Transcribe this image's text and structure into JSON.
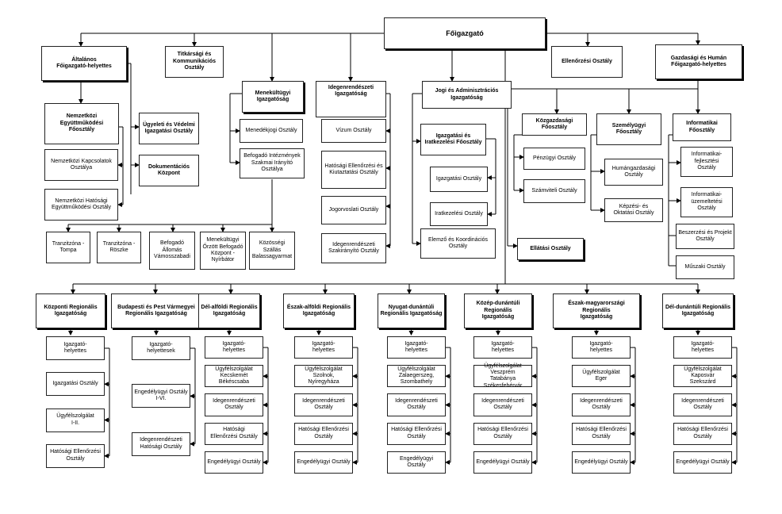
{
  "nodes": {
    "root": "Főigazgató",
    "altalanos": "Általános\nFőigazgató-helyettes",
    "titkarsagi": "Titkársági és\nKommunikációs\nOsztály",
    "menekultugyi": "Menekültügyi\nIgazgatóság",
    "idegenrendeszeti": "Idegenrendészeti\nIgazgatóság",
    "jogi": "Jogi és Adminisztrációs\nIgazgatóság",
    "ellenorzesi": "Ellenőrzési Osztály",
    "gazdasagi": "Gazdasági és Humán\nFőigazgató-helyettes",
    "nemzetkozi": "Nemzetközi\nEgyüttműködési\nFőosztály",
    "ugyeleti": "Ügyeleti és Védelmi\nIgazgatási Osztály",
    "nemz_kapcs": "Nemzetközi Kapcsolatok\nOsztálya",
    "dokumentacios": "Dokumentációs\nKözpont",
    "nemz_hat": "Nemzetközi Hatósági\nEgyüttműködési Osztály",
    "menedekjogi": "Menedékjogi Osztály",
    "befogado_int": "Befogadó Intézmények\nSzakmai Irányító Osztálya",
    "vizum": "Vízum Osztály",
    "hat_ell_kut": "Hatósági Ellenőrzési és\nKiutaztatási Osztály",
    "jogorvoslati": "Jogorvoslati  Osztály",
    "idegen_szak": "Idegenrendészeti\nSzakirányító Osztály",
    "igazgatasi_iratk": "Igazgatási és\nIratkezelési Főosztály",
    "igazgatasi_o": "Igazgatási Osztály",
    "iratkezelesi": "Iratkezelési Osztály",
    "elemzo": "Elemző és Koordinációs\nOsztály",
    "kozgazdasagi": "Közgazdasági Főosztály",
    "penzugyi": "Pénzügyi Osztály",
    "szamviteli": "Számviteli Osztály",
    "ellatasi": "Ellátási Osztály",
    "szemelyugyi": "Személyügyi\nFőosztály",
    "humangazd": "Humángazdasági\nOsztály",
    "kepzesi": "Képzési- és\nOktatási Osztály",
    "informatikai": "Informatikai Főosztály",
    "inf_fejl": "Informatikai-fejlesztési\nOsztály",
    "inf_uz": "Informatikai-\nüzemeltetési Osztály",
    "beszerzesi": "Beszerzési és Projekt\nOsztály",
    "muszaki": "Műszaki Osztály",
    "tranz_tompa": "Tranzitzóna -\nTompa",
    "tranz_roszke": "Tranzitzóna -\nRöszke",
    "bef_vamos": "Befogadó\nÁllomás\nVámosszabadi",
    "men_nyir": "Menekültügyi\nŐrzött Befogadó\nKözpont -\nNyírbátor",
    "kozossegi": "Közösségi\nSzállás\nBalassagyarmat"
  },
  "regions": [
    {
      "title": "Központi Regionális\nIgazgatóság",
      "items": [
        "Igazgató-\nhelyettes",
        "Igazgatási Osztály",
        "Ügyfélszolgálat\nI-II.",
        "Hatósági Ellenőrzési\nOsztály"
      ]
    },
    {
      "title": "Budapesti és Pest Vármegyei\nRegionális Igazgatóság",
      "items": [
        "Igazgató-\nhelyettesek",
        "Engedélyügyi Osztály\nI-VI.",
        "Idegenrendészeti\nHatósági Osztály"
      ]
    },
    {
      "title": "Dél-alföldi Regionális\nIgazgatóság",
      "items": [
        "Igazgató-\nhelyettes",
        "Ügyfélszolgálat\nKecskemét\nBékéscsaba",
        "Idegenrendészeti\nOsztály",
        "Hatósági\nEllenőrzési Osztály",
        "Engedélyügyi Osztály"
      ]
    },
    {
      "title": "Észak-alföldi Regionális\nIgazgatóság",
      "items": [
        "Igazgató-\nhelyettes",
        "Ügyfélszolgálat\nSzolnok,\nNyíregyháza",
        "Idegenrendészeti\nOsztály",
        "Hatósági Ellenőrzési\nOsztály",
        "Engedélyügyi Osztály"
      ]
    },
    {
      "title": "Nyugat-dunántúli\nRegionális Igazgatóság",
      "items": [
        "Igazgató-\nhelyettes",
        "Ügyfélszolgálat\nZalaegerszeg,\nSzombathely",
        "Idegenrendészeti\nOsztály",
        "Hatósági Ellenőrzési\nOsztály",
        "Engedélyügyi\nOsztály"
      ]
    },
    {
      "title": "Közép-dunántúli Regionális\nIgazgatóság",
      "items": [
        "Igazgató-\nhelyettes",
        "Ügyfélszolgálat\nVeszprém\nTatabánya\nSzékesfehérvár",
        "Idegenrendészeti\nOsztály",
        "Hatósági Ellenőrzési\nOsztály",
        "Engedélyügyi Osztály"
      ]
    },
    {
      "title": "Észak-magyarországi Regionális\nIgazgatóság",
      "items": [
        "Igazgató-\nhelyettes",
        "Ügyfélszolgálat\nEger",
        "Idegenrendészeti\nOsztály",
        "Hatósági Ellenőrzési\nOsztály",
        "Engedélyügyi Osztály"
      ]
    },
    {
      "title": "Dél-dunántúli Regionális\nIgazgatóság",
      "items": [
        "Igazgató-\nhelyettes",
        "Ügyfélszolgálat\nKaposvár\nSzekszárd",
        "Idegenrendészeti\nOsztály",
        "Hatósági Ellenőrzési\nOsztály",
        "Engedélyügyi Osztály"
      ]
    }
  ]
}
